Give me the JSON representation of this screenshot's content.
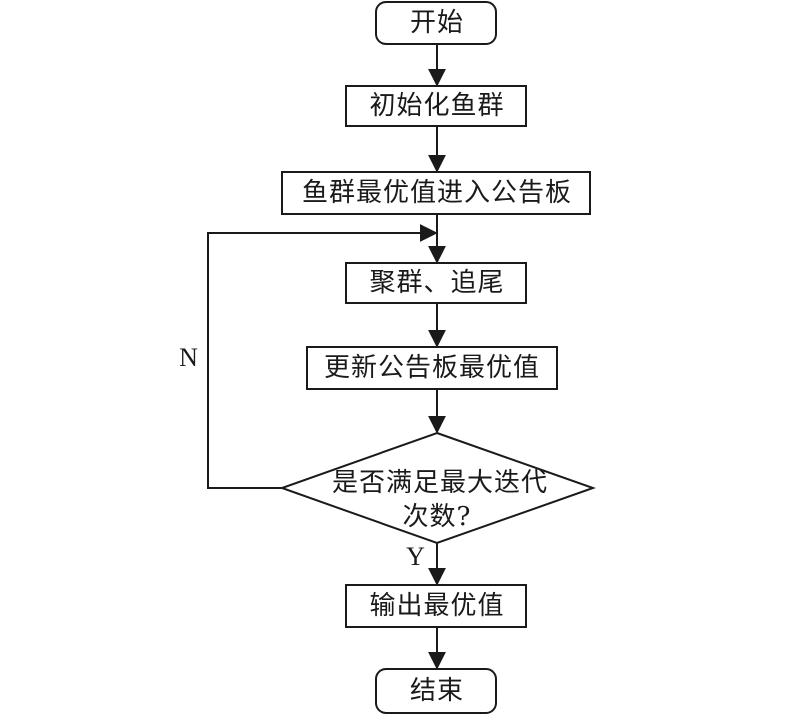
{
  "flowchart": {
    "start": "开始",
    "init": "初始化鱼群",
    "board_init": "鱼群最优值进入公告板",
    "swarm_follow": "聚群、追尾",
    "update_board": "更新公告板最优值",
    "decision_line1": "是否满足最大迭代",
    "decision_line2": "次数?",
    "no_label": "N",
    "yes_label": "Y",
    "output": "输出最优值",
    "end": "结束"
  }
}
